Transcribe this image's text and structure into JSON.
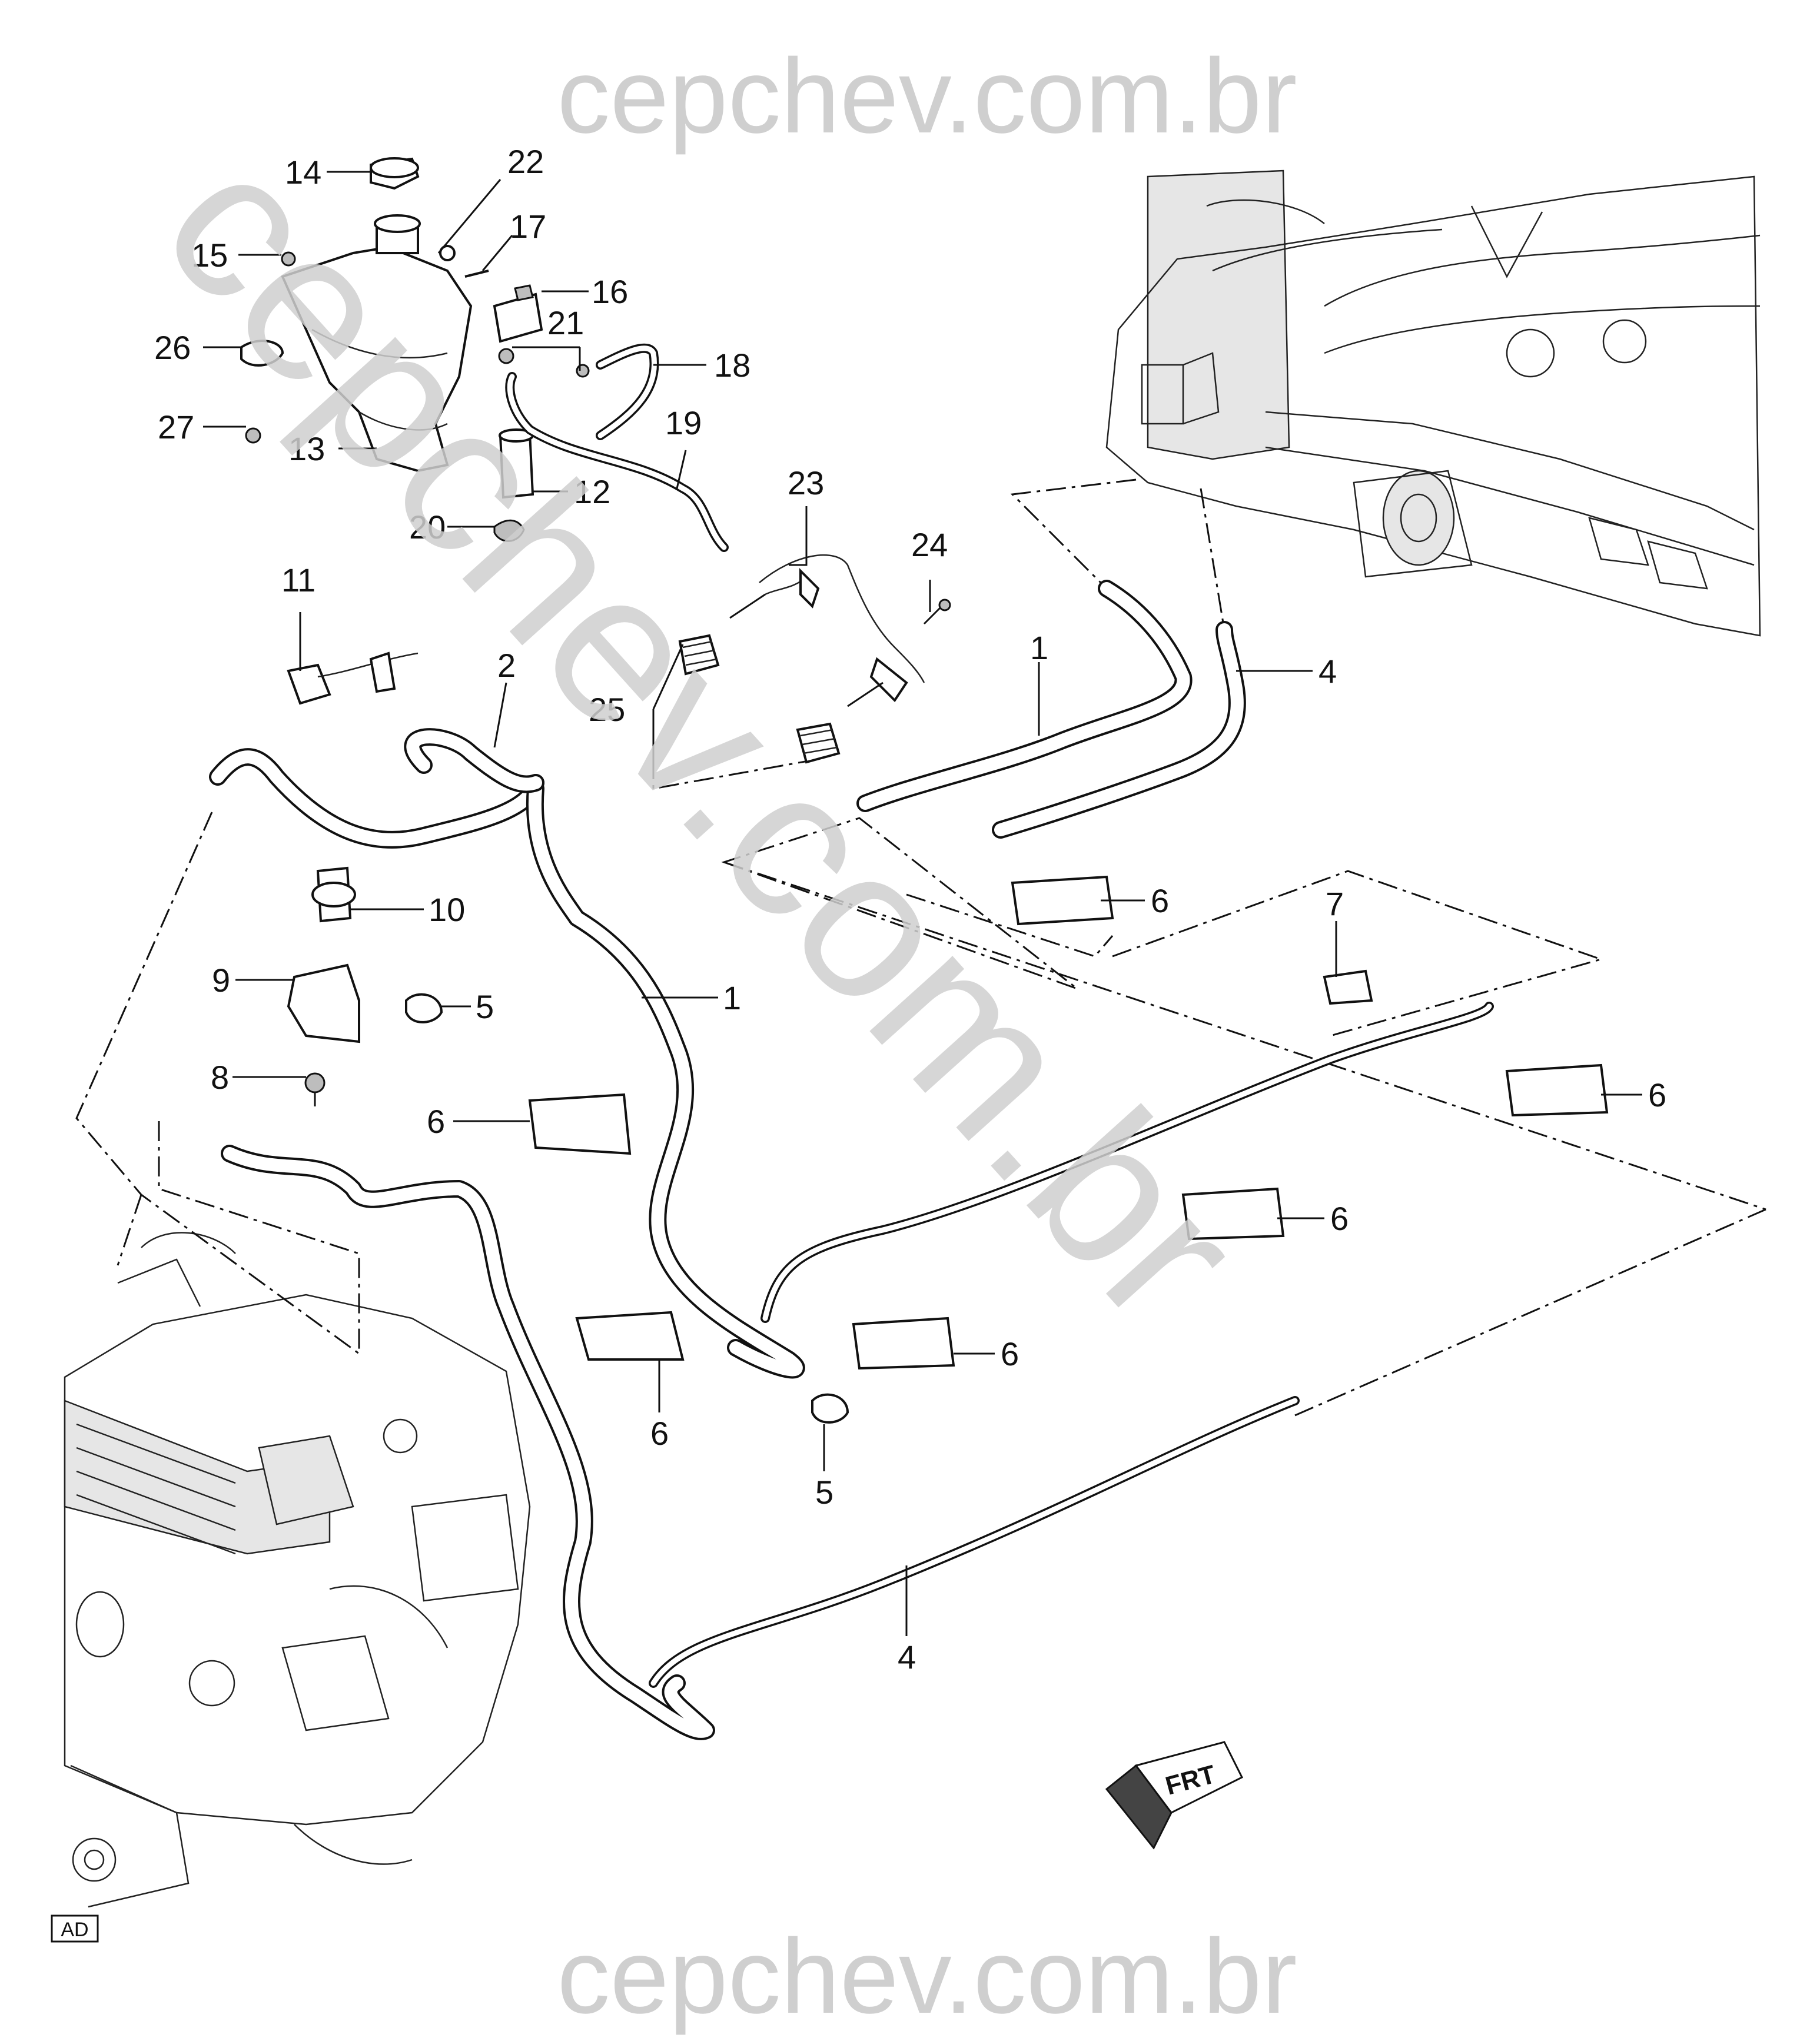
{
  "watermark": {
    "top": "cepchev.com.br",
    "bottom": "cepchev.com.br",
    "diagonal": "cepchev.com.br"
  },
  "footer_code": "AD",
  "front_marker": "FRT",
  "callouts": {
    "c14": "14",
    "c22": "22",
    "c17": "17",
    "c15": "15",
    "c16": "16",
    "c21": "21",
    "c18": "18",
    "c26": "26",
    "c27": "27",
    "c19": "19",
    "c13": "13",
    "c12": "12",
    "c23": "23",
    "c20": "20",
    "c24": "24",
    "c11": "11",
    "c2": "2",
    "c1a": "1",
    "c4a": "4",
    "c25": "25",
    "c6a": "6",
    "c10": "10",
    "c7": "7",
    "c9": "9",
    "c5a": "5",
    "c1b": "1",
    "c6b": "6",
    "c8": "8",
    "c6c": "6",
    "c6d": "6",
    "c6e": "6",
    "c6f": "6",
    "c5b": "5",
    "c4b": "4"
  }
}
